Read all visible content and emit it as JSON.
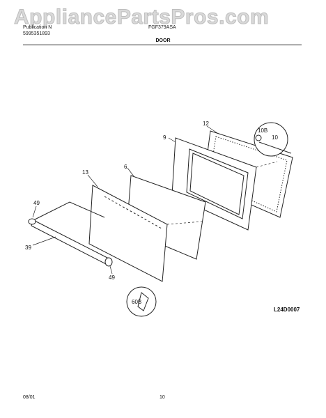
{
  "watermark": "AppliancePartsPros.com",
  "header": {
    "pub_label": "Publication N",
    "pub_number": "5995351893",
    "model_fragment": "FGF379ASA"
  },
  "section_title": "DOOR",
  "diagram_code": "L24D0007",
  "parts": {
    "p9": "9",
    "p12": "12",
    "p10b": "10B",
    "p10": "10",
    "p13": "13",
    "p6": "6",
    "p49a": "49",
    "p39": "39",
    "p49b": "49",
    "p60b": "60B"
  },
  "footer": {
    "date": "08/01",
    "page": "10"
  }
}
